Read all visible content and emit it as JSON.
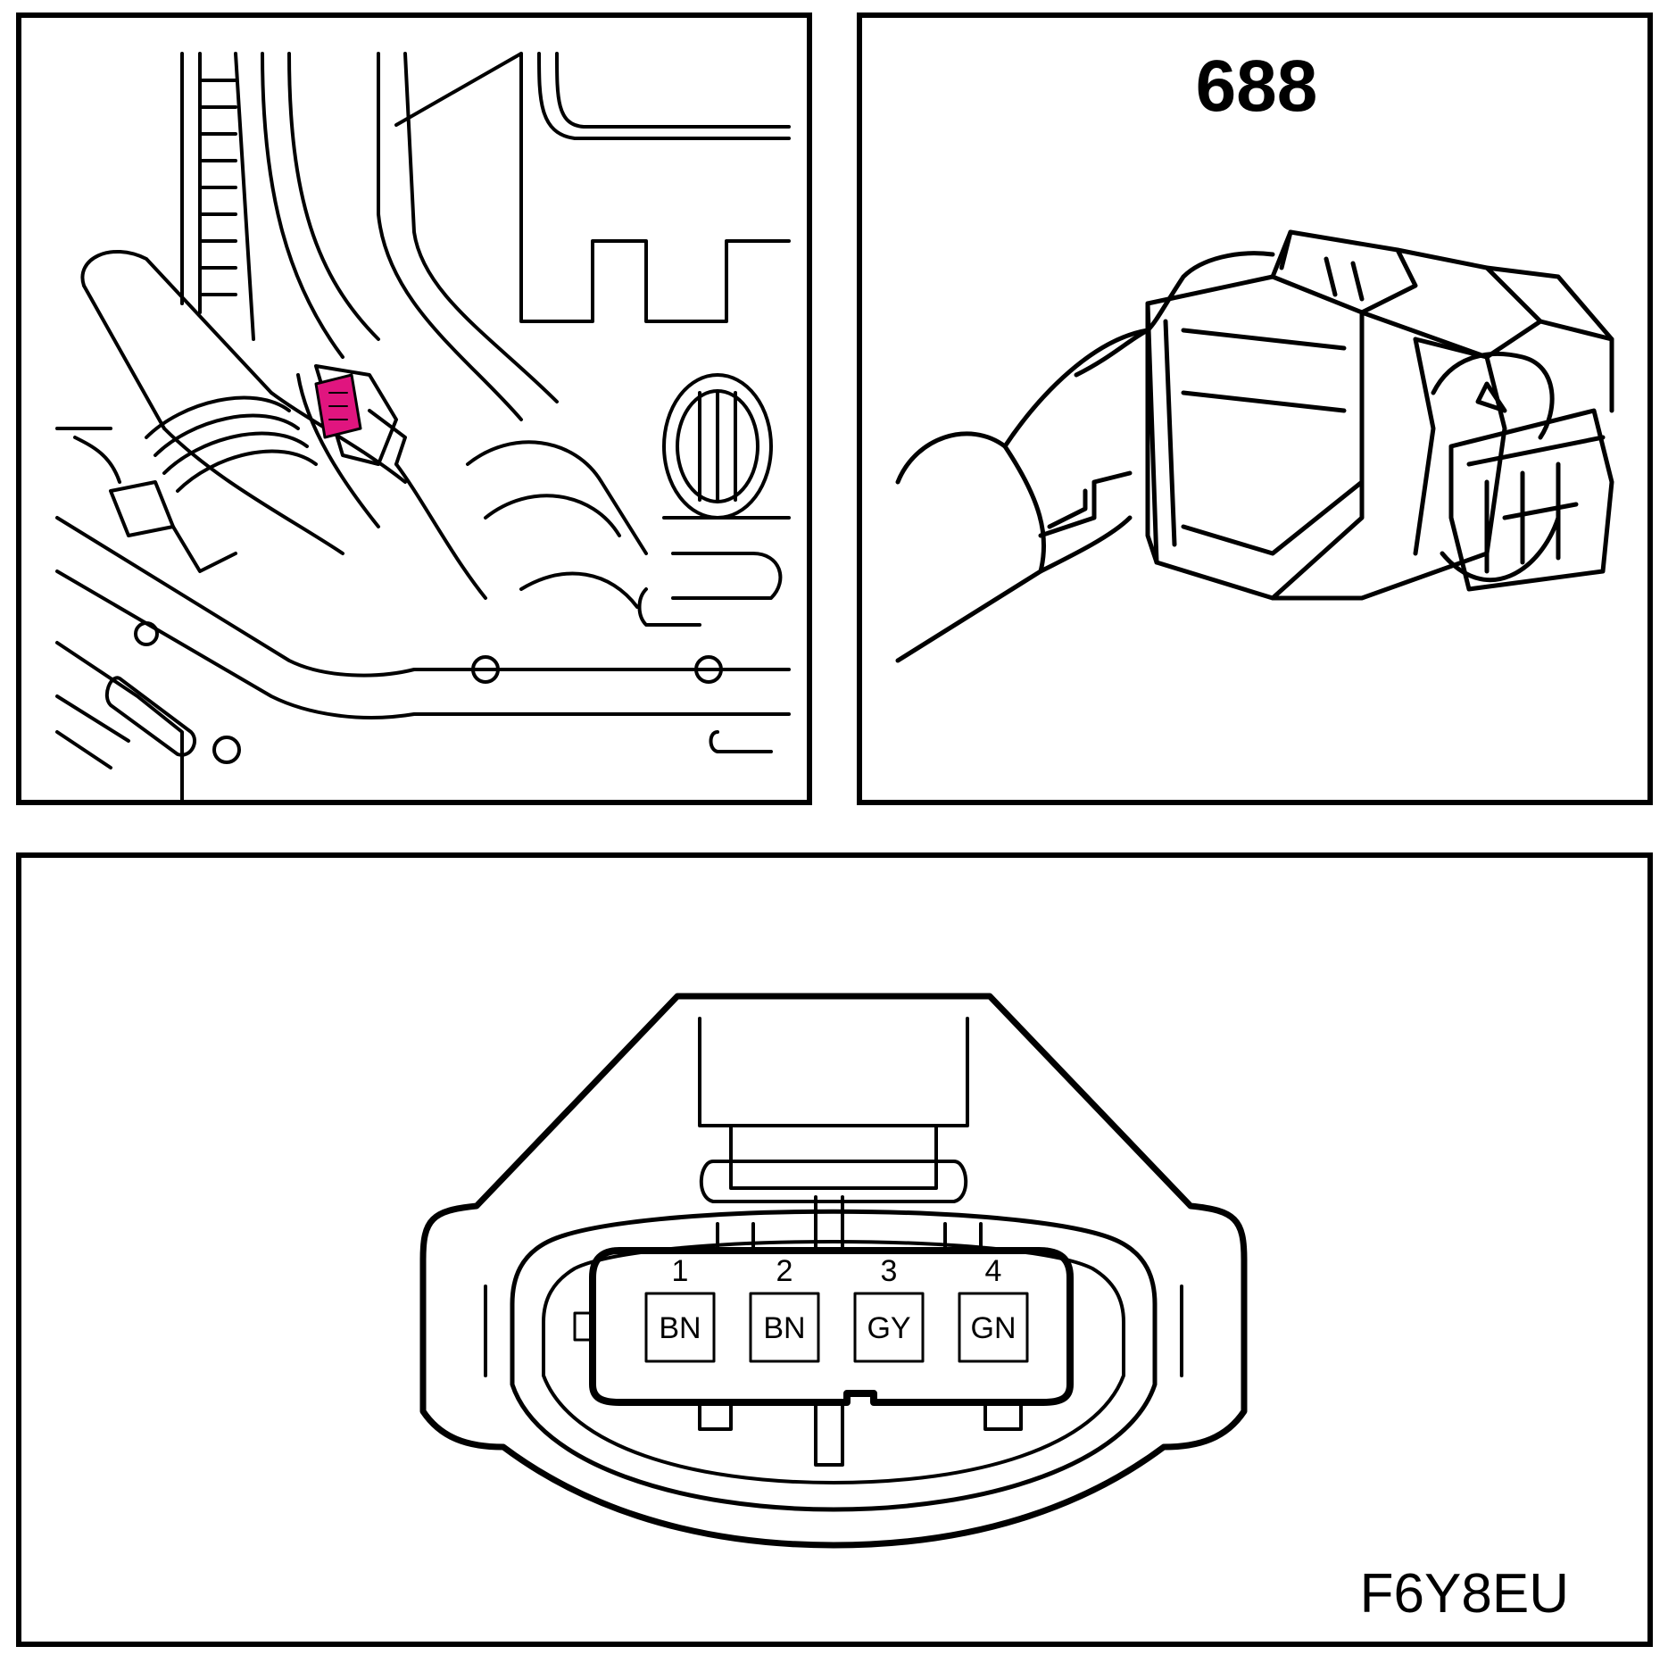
{
  "panels": {
    "location": {
      "highlight_color": "#e0157f"
    },
    "connector_view": {
      "number": "688"
    },
    "pinout": {
      "pins": [
        {
          "number": "1",
          "color": "BN"
        },
        {
          "number": "2",
          "color": "BN"
        },
        {
          "number": "3",
          "color": "GY"
        },
        {
          "number": "4",
          "color": "GN"
        }
      ]
    }
  },
  "document_code": "F6Y8EU"
}
